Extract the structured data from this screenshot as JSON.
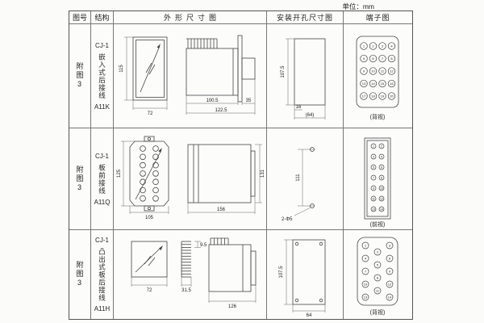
{
  "page": {
    "unit_label": "单位：mm"
  },
  "table": {
    "headers": {
      "fig_no": "图号",
      "structure": "结构",
      "outline": "外形尺寸图",
      "mounting": "安装开孔尺寸图",
      "terminal": "端子图"
    },
    "rows": [
      {
        "fig_no": "附图3",
        "model": "CJ-1",
        "desc": "嵌入式后接线",
        "code": "A11K",
        "outline": {
          "front_h": "115",
          "front_w": "72",
          "depth": "100.5",
          "front_d": "35",
          "overall": "122.5"
        },
        "mounting": {
          "h": "107.5",
          "inner": "16",
          "w": "(64)"
        },
        "terminal": {
          "view": "(背视)",
          "numbers": [
            1,
            2,
            3,
            4,
            5,
            6,
            7,
            8,
            9,
            10,
            11,
            12,
            13,
            14,
            15,
            16,
            17,
            18,
            19,
            20
          ]
        }
      },
      {
        "fig_no": "附图3",
        "model": "CJ-1",
        "desc": "板前接线",
        "code": "A11Q",
        "outline": {
          "front_h": "125",
          "front_w": "105",
          "depth": "156",
          "side_h": "131"
        },
        "mounting": {
          "spacing": "111",
          "holes": "2-Φ5"
        },
        "terminal": {
          "view": "(前视)",
          "numbers": [
            1,
            2,
            3,
            4,
            5,
            6,
            7,
            8,
            9,
            10,
            11,
            12,
            13,
            14
          ]
        }
      },
      {
        "fig_no": "附图3",
        "model": "CJ-1",
        "desc": "凸出式板后接线",
        "code": "A11H",
        "outline": {
          "front_w": "72",
          "comb_w": "31.5",
          "pitch": "9.5",
          "depth": "126"
        },
        "mounting": {
          "h": "107.5",
          "w": "64"
        },
        "terminal": {
          "view": "(背视)",
          "numbers": [
            1,
            2,
            3,
            4,
            5,
            6,
            7,
            8,
            9,
            10,
            11,
            12,
            13,
            14
          ]
        }
      }
    ]
  }
}
